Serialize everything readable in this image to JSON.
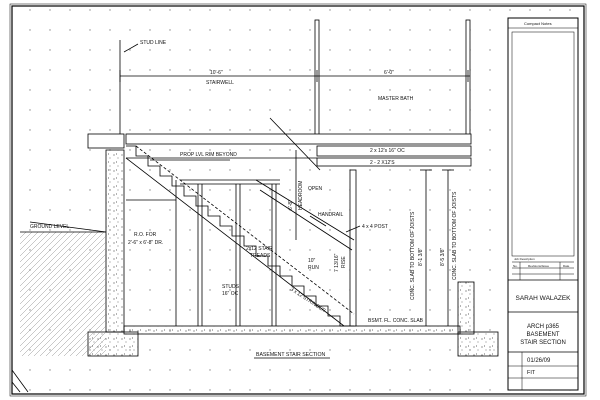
{
  "drawing": {
    "labels": {
      "stud_line": "STUD LINE",
      "dim_stairwell": "10'-6\"",
      "stairwell": "STAIRWELL",
      "dim_bath": "6'-0\"",
      "master_bath": "MASTER BATH",
      "prop_beyond": "PROP LVL RIM BEYOND",
      "joist_2x12": "2 x 12's 16\" OC",
      "joist_2x12b": "2 - 2 X12'S",
      "open": "OPEN",
      "headroom": "HEADROOM",
      "headroom_dim": "6'-8\"",
      "handrail": "HANDRAIL",
      "post": "4 x 4 POST",
      "ground_level": "GROUND LEVEL",
      "ro_door": "R.O. FOR",
      "ro_door2": "2'-6\" x 6'-8\" DR.",
      "stair_treads": "2x12 STAIR",
      "stair_treads2": "TREADS",
      "studs": "STUDS",
      "studs2": "16\" OC",
      "run": "10\"",
      "run2": "RUN",
      "rise": "7 13/16\"",
      "rise2": "RISE",
      "stringer": "3 x 12 STRINGER",
      "conc_clear1": "CONC. SLAB TO BOTTOM OF JOISTS",
      "conc_clear2": "CONC. SLAB TO BOTTOM OF JOISTS",
      "dim_vert1": "8'-1 3/8\"",
      "dim_vert2": "8'-5 3/8\"",
      "slab": "BSMT. FL. CONC. SLAB",
      "section_title": "BASEMENT STAIR SECTION"
    }
  },
  "title_block": {
    "top_label": "Compact Notes",
    "name_label": "Job Description",
    "author": "SARAH WALAZEK",
    "project_lines": [
      "ARCH p365",
      "BASEMENT",
      "STAIR SECTION"
    ],
    "date": "01/26/09",
    "scale": "FIT",
    "rev_headers": [
      "No.",
      "Revisions/Issue",
      "Date"
    ]
  }
}
